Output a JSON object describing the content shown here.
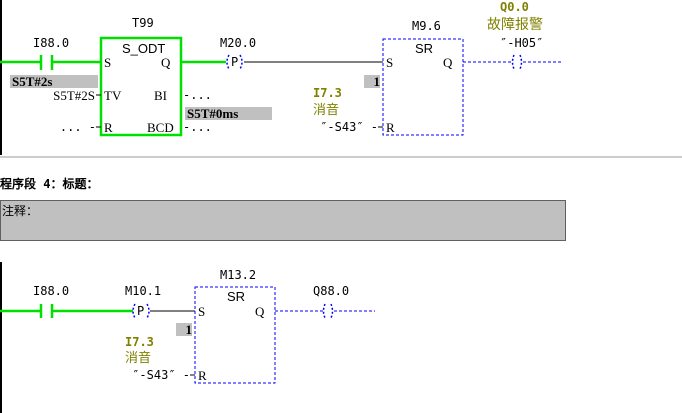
{
  "network3": {
    "contact_addr": "I88.0",
    "timer": {
      "addr": "T99",
      "type": "S_ODT",
      "pins": {
        "s": "S",
        "tv": "TV",
        "r": "R",
        "q": "Q",
        "bi": "BI",
        "bcd": "BCD"
      },
      "tv_value": "S5T#2S",
      "tv_status": "S5T#2s",
      "bi_out": "-...",
      "bcd_out": "-...",
      "r_in": "... -",
      "bcd_status": "S5T#0ms"
    },
    "edge_addr": "M20.0",
    "edge_label": "P",
    "sr": {
      "addr": "M9.6",
      "type": "SR",
      "s": "S",
      "r": "R",
      "q": "Q",
      "status": "1"
    },
    "reset": {
      "addr": "I7.3",
      "comment": "消音",
      "symbol": "″-S43″ -"
    },
    "coil": {
      "addr": "Q0.0",
      "comment": "故障报警",
      "symbol": "″-H05″"
    }
  },
  "network4": {
    "title": "程序段 4：标题：",
    "comment": "注释：",
    "contact_addr": "I88.0",
    "edge_addr": "M10.1",
    "edge_label": "P",
    "sr": {
      "addr": "M13.2",
      "type": "SR",
      "s": "S",
      "r": "R",
      "q": "Q",
      "status": "1"
    },
    "reset": {
      "addr": "I7.3",
      "comment": "消音",
      "symbol": "″-S43″ -"
    },
    "coil": {
      "addr": "Q88.0"
    }
  }
}
